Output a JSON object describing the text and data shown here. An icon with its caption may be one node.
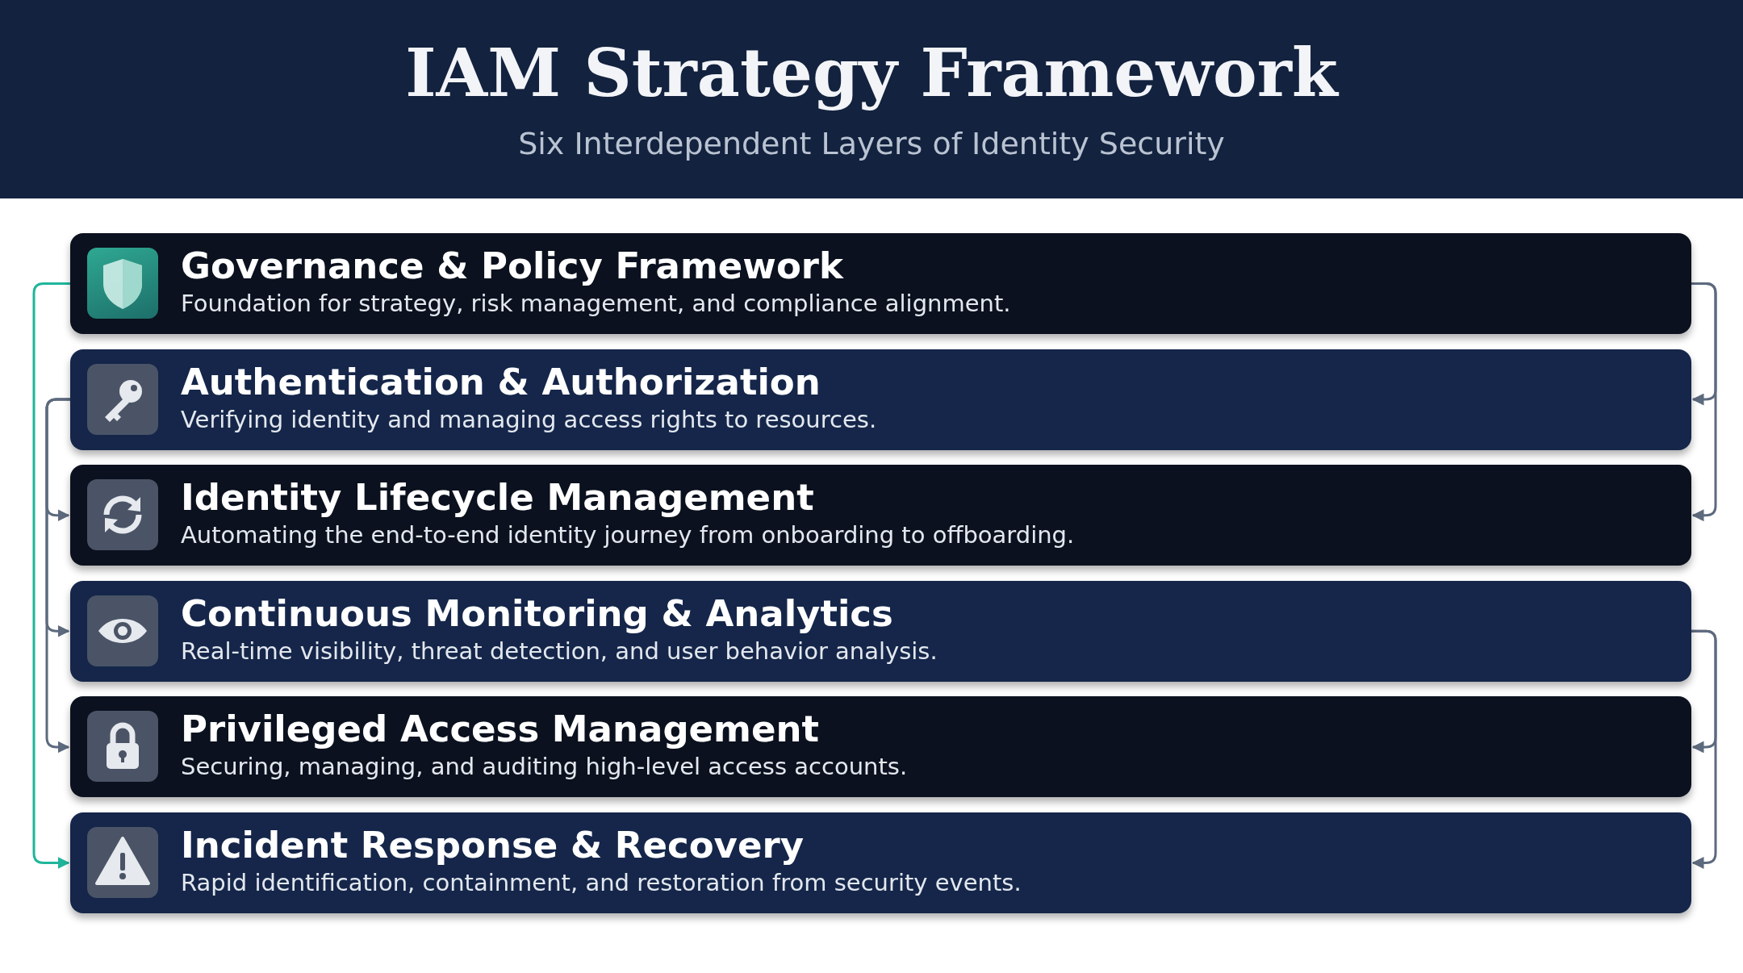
{
  "diagram": {
    "title": "IAM Strategy Framework",
    "caption": "Six Interdependent Layers of Identity Security",
    "nodes": [
      {
        "text": [
          "Governance & Policy Framework",
          "Foundation for strategy, risk management, and compliance alignment."
        ]
      },
      {
        "text": [
          "Authentication & Authorization",
          "Verifying identity and managing access rights to resources."
        ]
      },
      {
        "text": [
          "Identity Lifecycle Management",
          "Automating the end-to-end identity journey from onboarding to offboarding."
        ]
      },
      {
        "text": [
          "Continuous Monitoring & Analytics",
          "Real-time visibility, threat detection, and user behavior analysis."
        ]
      },
      {
        "text": [
          "Privileged Access Management",
          "Securing, managing, and auditing high-level access accounts."
        ]
      },
      {
        "text": [
          "Incident Response & Recovery",
          "Rapid identification, containment, and restoration from security events."
        ]
      }
    ],
    "edges": [
      {
        "from": 0,
        "to": 5,
        "arrow": "to",
        "color": "#1fb59b"
      },
      {
        "from": 1,
        "to": 2,
        "arrow": "to"
      },
      {
        "from": 1,
        "to": 3,
        "arrow": "to"
      },
      {
        "from": 1,
        "to": 4,
        "arrow": "to"
      },
      {
        "from": 0,
        "to": 1,
        "arrow": "to"
      },
      {
        "from": 0,
        "to": 2,
        "arrow": "to"
      },
      {
        "from": 3,
        "to": 4,
        "arrow": "to"
      },
      {
        "from": 3,
        "to": 5,
        "arrow": "to"
      }
    ]
  }
}
